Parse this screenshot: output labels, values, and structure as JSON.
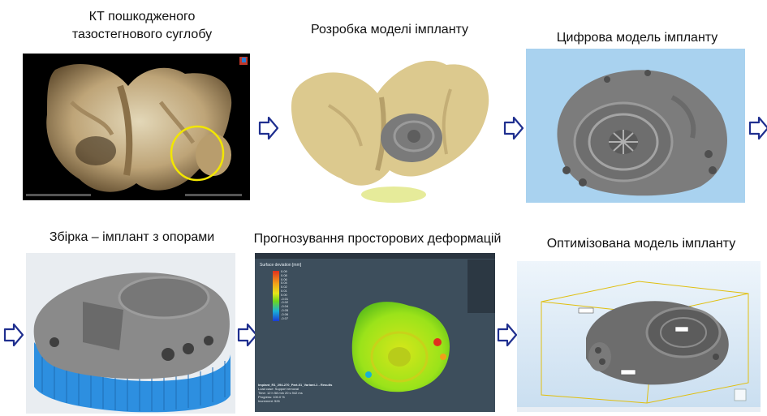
{
  "steps": [
    {
      "caption_line1": "КТ пошкодженого",
      "caption_line2": "тазостегнового суглобу"
    },
    {
      "caption": "Розробка моделі імпланту"
    },
    {
      "caption": "Цифрова модель імпланту"
    },
    {
      "caption": "Збірка – імплант з опорами"
    },
    {
      "caption": "Прогнозування просторових деформацій"
    },
    {
      "caption": "Оптимізована модель імпланту"
    }
  ],
  "sim_panel": {
    "legend_title": "Surface deviation [mm]",
    "legend_values": [
      "0.09",
      "0.08",
      "0.06",
      "0.04",
      "0.02",
      "0.01",
      "0.00",
      "-0.01",
      "-0.02",
      "-0.04",
      "-0.05",
      "-0.06",
      "-0.07"
    ],
    "result_title": "Implant_R1_294-270_Part-01_Variant-1 - Results",
    "result_lines": [
      "Load case: Support removal",
      "Time: 12 h 58 min 20 s 942 ms",
      "Progress: 100.0 %",
      "Increment: 526"
    ]
  },
  "colors": {
    "arrow_fill": "#ffffff",
    "arrow_stroke": "#1f2f8f",
    "ct_background": "#000000",
    "ct_circle": "#f2e600",
    "bone": "#d9c58a",
    "implant": "#7a7a7a",
    "blue_panel": "#a9d2ef",
    "supports": "#2d8fe0",
    "sim_background": "#3d4e5c",
    "sim_green": "#9be31a",
    "box_outline": "#e8c500"
  },
  "icons": [
    "arrow-right-icon",
    "ct-scan-image",
    "pelvis-model-image",
    "implant-model-image",
    "implant-supports-image",
    "deformation-simulation-image",
    "optimized-implant-image"
  ]
}
